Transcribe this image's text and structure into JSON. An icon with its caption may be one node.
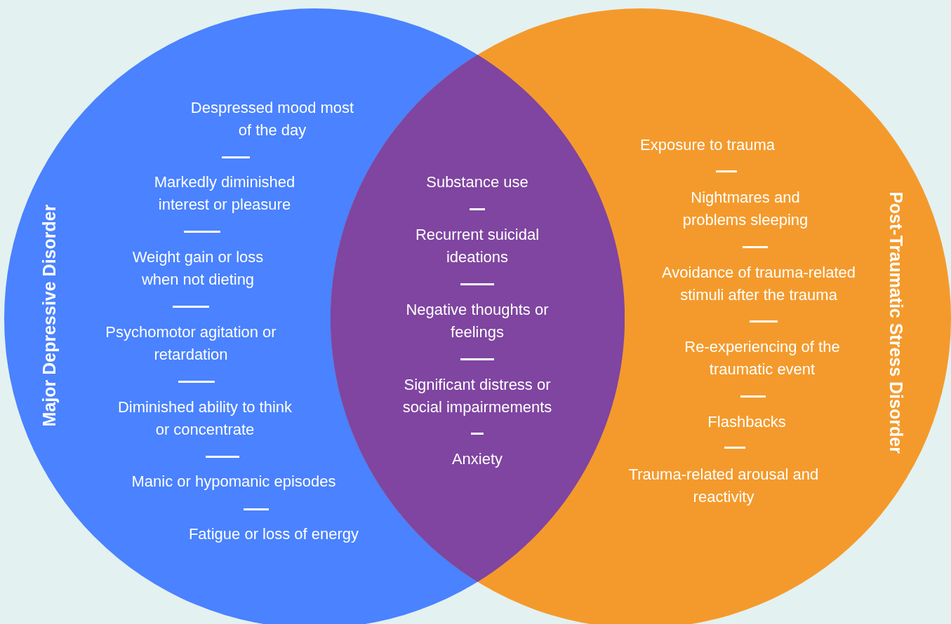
{
  "diagram": {
    "nodes": [
      {
        "text": [
          "Major Depressive Disorder",
          "Despressed mood most of the day",
          "Markedly diminished interest or pleasure",
          "Weight gain or loss when not dieting",
          "Psychomotor agitation or retardation",
          "Diminished ability to think or concentrate",
          "Manic or hypomanic episodes",
          "Fatigue or loss of energy"
        ]
      },
      {
        "text": [
          "Post-Traumatic Stress Disorder",
          "Exposure to trauma",
          "Nightmares and problems sleeping",
          "Avoidance of trauma-related stimuli after the trauma",
          "Re-experiencing of the traumatic event",
          "Flashbacks",
          "Trauma-related arousal and reactivity"
        ]
      },
      {
        "text": [
          "Substance use",
          "Recurrent suicidal ideations",
          "Negative thoughts or feelings",
          "Significant distress or social impairmements",
          "Anxiety"
        ]
      }
    ]
  }
}
